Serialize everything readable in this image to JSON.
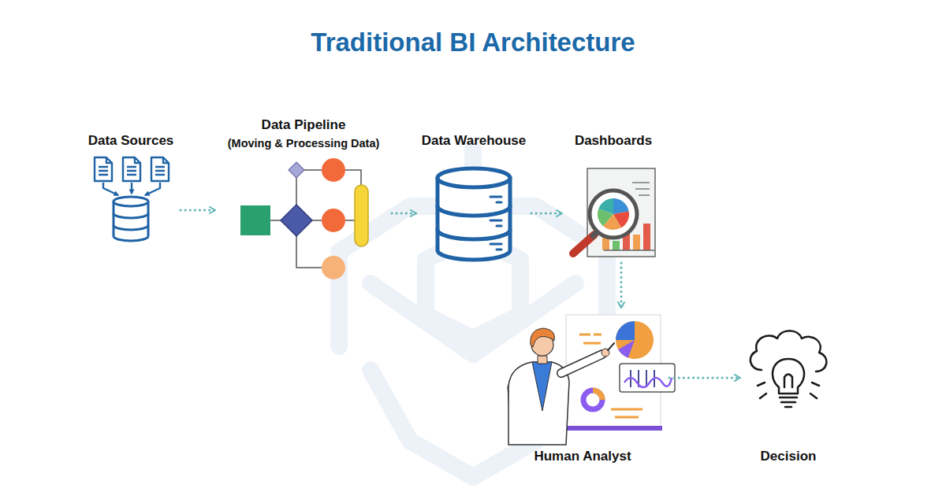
{
  "diagram": {
    "title": "Traditional BI Architecture",
    "nodes": [
      {
        "text": [
          "Data Sources"
        ]
      },
      {
        "text": [
          "Data Pipeline",
          "(Moving & Processing Data)"
        ]
      },
      {
        "text": [
          "Data Warehouse"
        ]
      },
      {
        "text": [
          "Dashboards"
        ]
      },
      {
        "text": [
          "Human Analyst"
        ]
      },
      {
        "text": [
          "Decision"
        ]
      }
    ],
    "edges": [
      {
        "from": 0,
        "to": 1,
        "arrow": "to"
      },
      {
        "from": 1,
        "to": 2,
        "arrow": "to"
      },
      {
        "from": 2,
        "to": 3,
        "arrow": "to"
      },
      {
        "from": 3,
        "to": 4,
        "arrow": "to"
      },
      {
        "from": 4,
        "to": 5,
        "arrow": "to"
      }
    ]
  }
}
